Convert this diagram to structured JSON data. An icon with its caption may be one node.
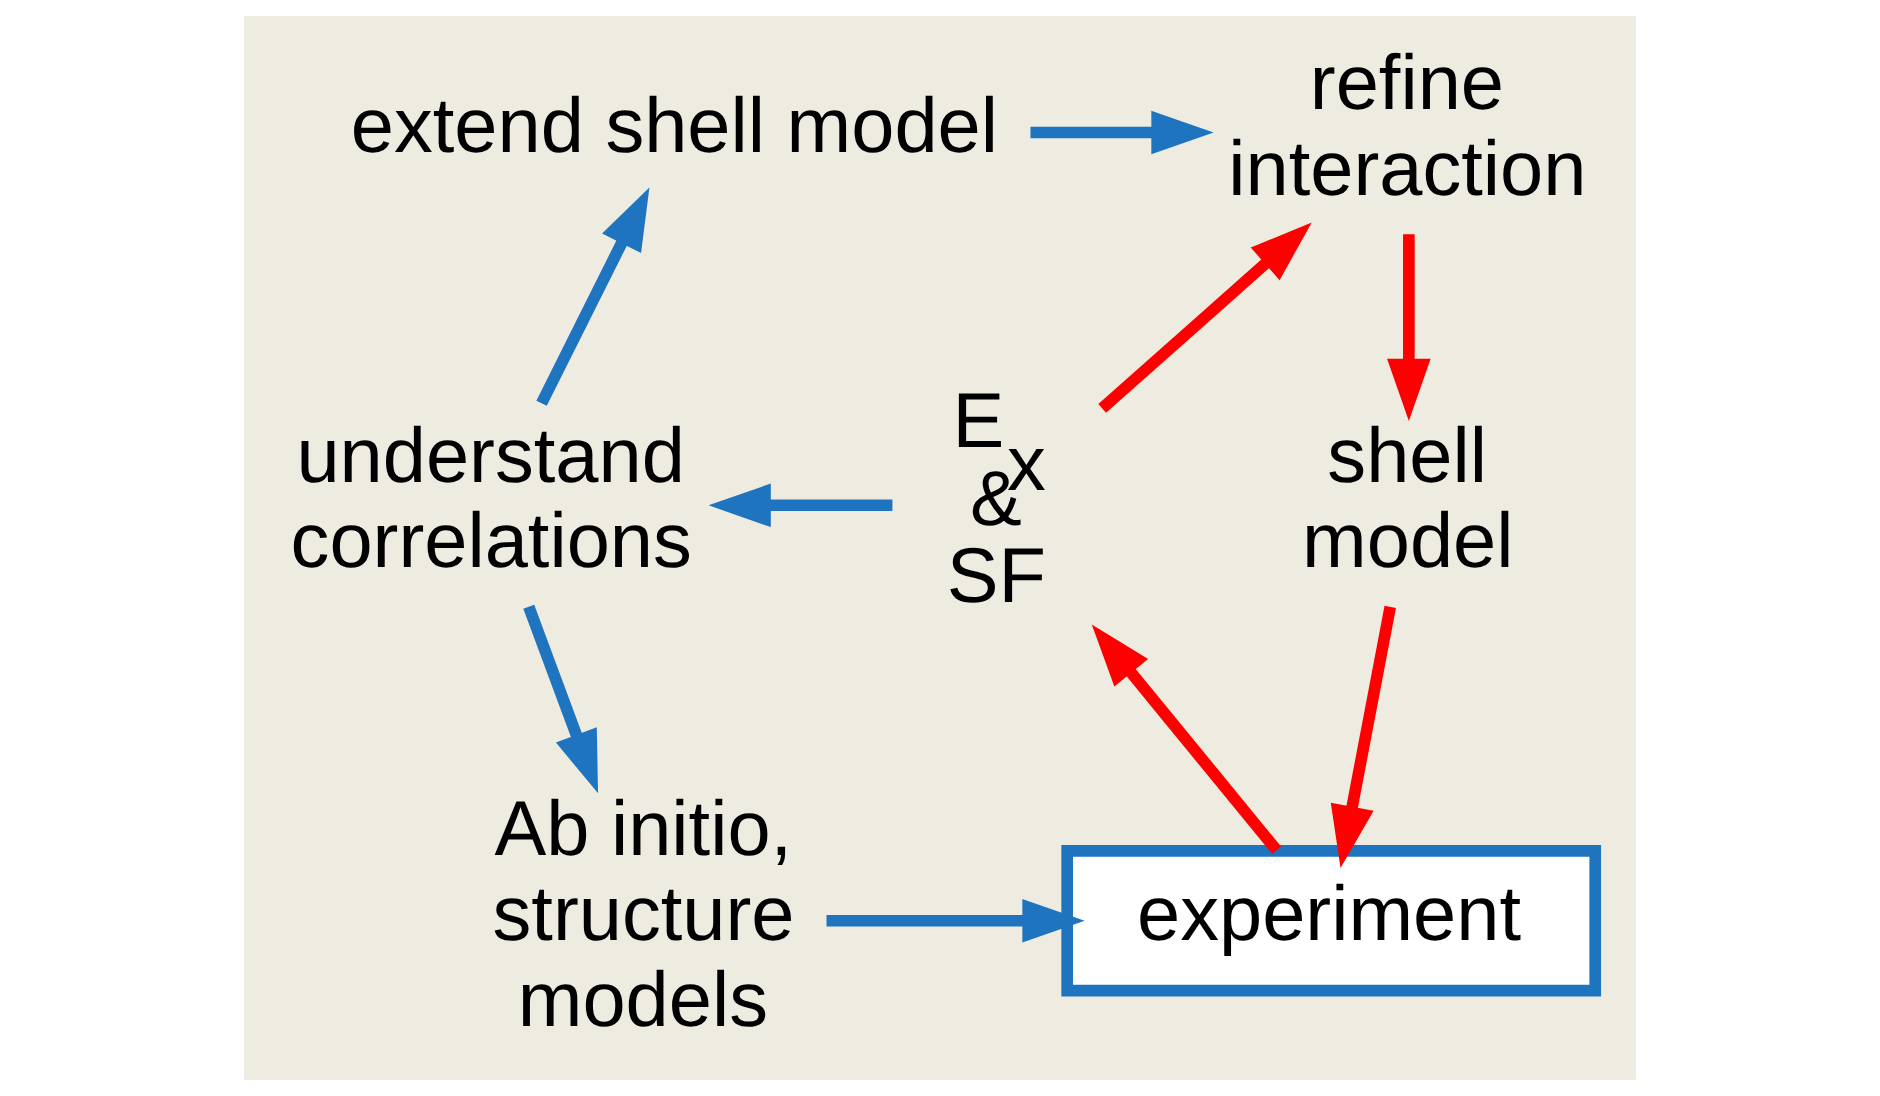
{
  "diagram": {
    "nodes": [
      {
        "text": [
          "refine interaction"
        ]
      },
      {
        "text": [
          "extend shell model"
        ]
      },
      {
        "text": [
          "shell model"
        ]
      },
      {
        "text": [
          "E$_{x}$ & SF"
        ]
      },
      {
        "text": [
          "understand correlations"
        ]
      },
      {
        "text": [
          "Ab initio, structure models"
        ]
      },
      {
        "text": [
          "experiment"
        ]
      }
    ],
    "edges": [
      {
        "from": 1,
        "to": 0,
        "arrow": "to"
      },
      {
        "from": 0,
        "to": 2,
        "arrow": "to",
        "color": "#ff0000"
      },
      {
        "from": 2,
        "to": 6,
        "arrow": "to",
        "color": "#ff0000"
      },
      {
        "from": 6,
        "to": 3,
        "arrow": "to",
        "color": "#ff0000"
      },
      {
        "from": 3,
        "to": 0,
        "arrow": "to",
        "color": "#ff0000"
      },
      {
        "from": 3,
        "to": 4,
        "arrow": "to"
      },
      {
        "from": 4,
        "to": 1,
        "arrow": "to"
      },
      {
        "from": 4,
        "to": 5,
        "arrow": "to"
      },
      {
        "from": 5,
        "to": 6,
        "arrow": "to"
      }
    ]
  }
}
